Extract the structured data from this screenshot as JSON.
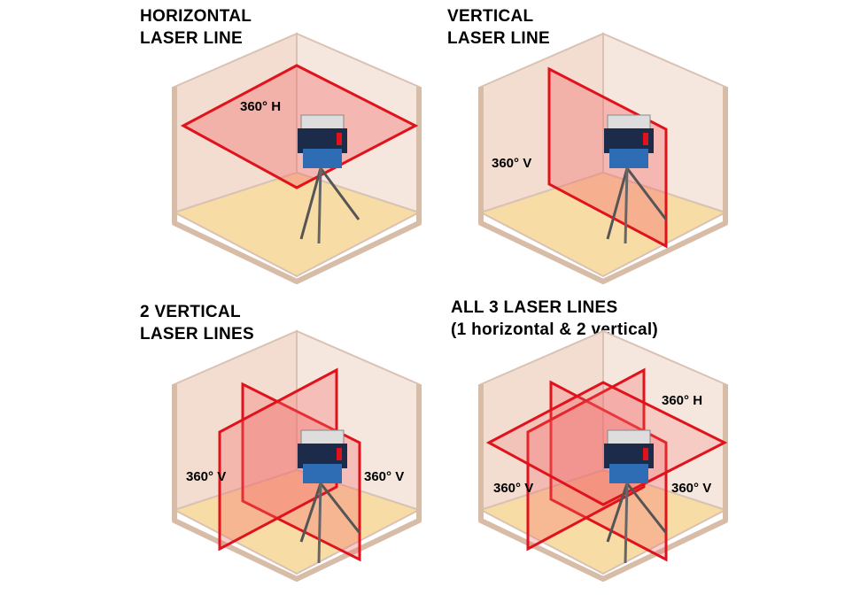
{
  "panels": [
    {
      "heading_line1": "HORIZONTAL",
      "heading_line2": "LASER LINE",
      "labels": [
        "360° H"
      ]
    },
    {
      "heading_line1": "VERTICAL",
      "heading_line2": "LASER LINE",
      "labels": [
        "360° V"
      ]
    },
    {
      "heading_line1": "2 VERTICAL",
      "heading_line2": "LASER LINES",
      "labels": [
        "360° V",
        "360° V"
      ]
    },
    {
      "heading_line1": "ALL 3 LASER LINES",
      "heading_line2": "(1 horizontal & 2 vertical)",
      "labels": [
        "360° H",
        "360° V",
        "360° V"
      ]
    }
  ],
  "colors": {
    "laser": "#e0121c",
    "laser_fill": "#f26a6a",
    "wall_left": "#f3ddd0",
    "wall_back": "#f6e6dc",
    "floor": "#f7dca8",
    "edge": "#d9c2b4"
  }
}
